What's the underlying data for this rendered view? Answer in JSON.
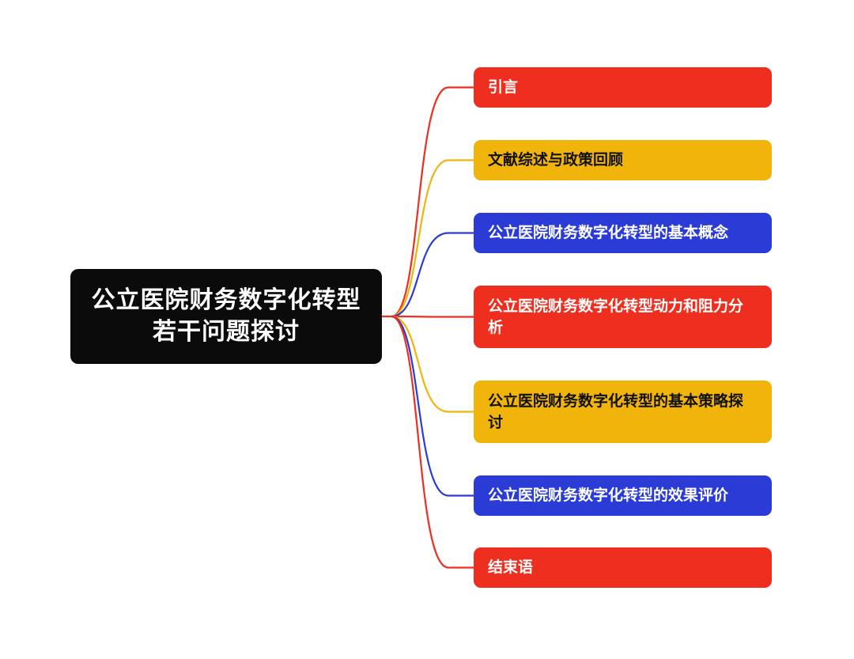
{
  "colors": {
    "background": "#ffffff",
    "root": "#0b0b0b",
    "red": "#ee2e1e",
    "yellow": "#f0b40a",
    "blue": "#2a3bd6"
  },
  "root": {
    "title": "公立医院财务数字化转型若干问题探讨"
  },
  "branches": [
    {
      "label": "引言",
      "color": "red"
    },
    {
      "label": "文献综述与政策回顾",
      "color": "yellow"
    },
    {
      "label": "公立医院财务数字化转型的基本概念",
      "color": "blue"
    },
    {
      "label": "公立医院财务数字化转型动力和阻力分析",
      "color": "red"
    },
    {
      "label": "公立医院财务数字化转型的基本策略探讨",
      "color": "yellow"
    },
    {
      "label": "公立医院财务数字化转型的效果评价",
      "color": "blue"
    },
    {
      "label": "结束语",
      "color": "red"
    }
  ]
}
